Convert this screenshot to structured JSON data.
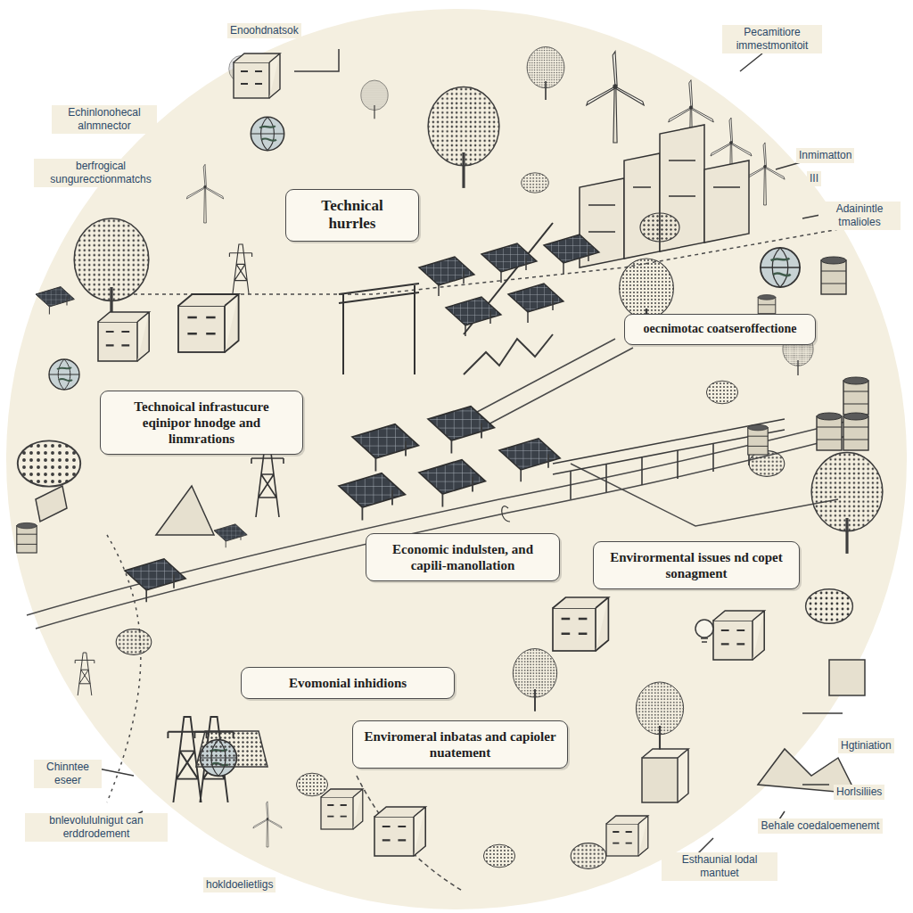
{
  "diagram": {
    "nodes": [
      {
        "text": [
          "Technical hurrles"
        ]
      },
      {
        "text": [
          "Technoical infrastucure eqinipor hnodge and linmrations"
        ]
      },
      {
        "text": [
          "oecnimotac coatseroffectione"
        ]
      },
      {
        "text": [
          "Economic indulsten, and capili-manollation"
        ]
      },
      {
        "text": [
          "Envirormental issues nd copet sonagment"
        ]
      },
      {
        "text": [
          "Evomonial inhidions"
        ]
      },
      {
        "text": [
          "Enviromeral inbatas and capioler nuatement"
        ]
      }
    ],
    "labels": [
      "Enoohdnatsok",
      "Pecamitiore immestmonitoit",
      "Echinlonohecal alnmnector",
      "berfrogical sungurecctionmatchs",
      "Inmimatton",
      "III",
      "Adainintle tmalioles",
      "Chinntee eseer",
      "bnlevolululnigut can erddrodement",
      "Hgtiniation",
      "Horlsiliies",
      "Behale coedaloemenemt",
      "Esthaunial lodal mantuet",
      "hokldoelietligs"
    ]
  }
}
